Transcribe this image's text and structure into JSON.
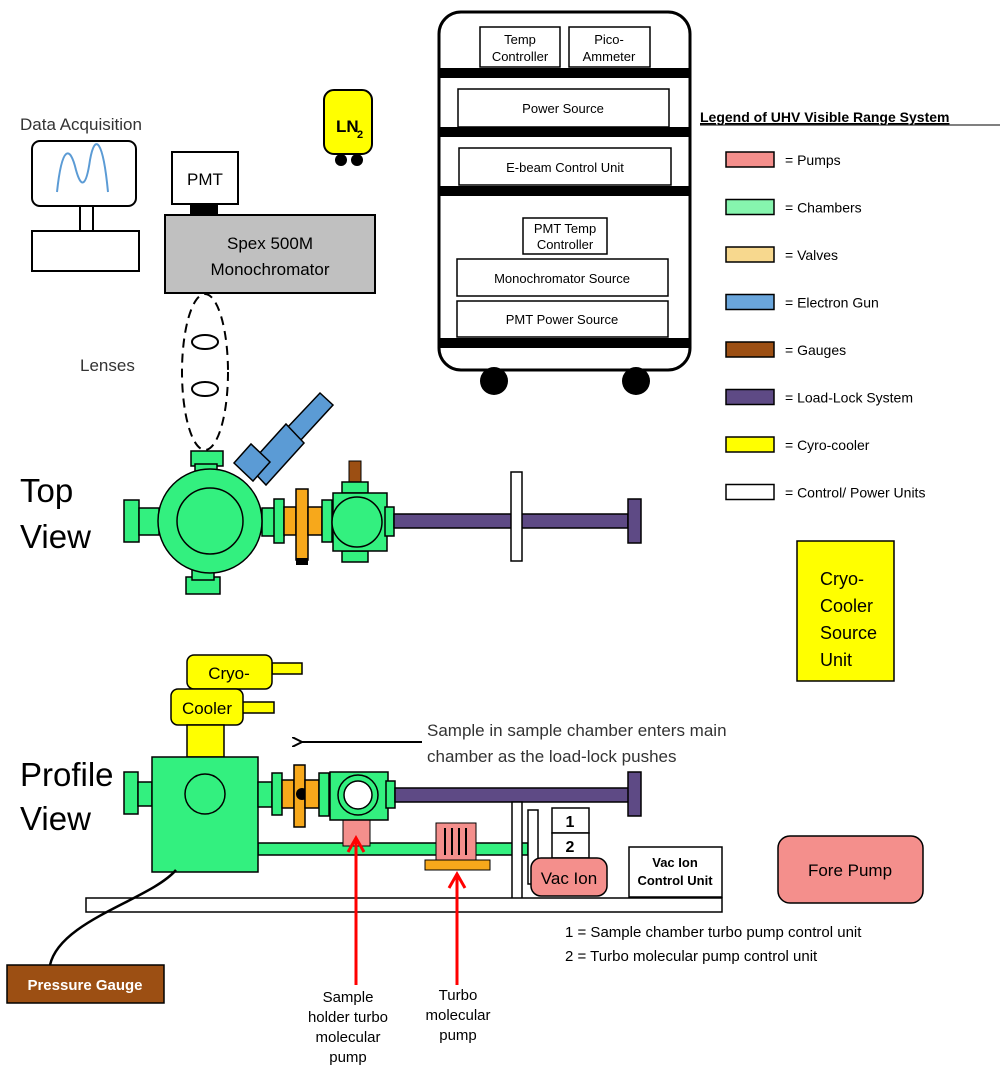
{
  "data_acquisition": {
    "label": "Data Acquisition"
  },
  "pmt": {
    "label": "PMT"
  },
  "monochromator": {
    "line1": "Spex 500M",
    "line2": "Monochromator"
  },
  "lenses": {
    "label": "Lenses"
  },
  "ln2": {
    "main": "LN",
    "sub": "2"
  },
  "rack": {
    "temp_controller": {
      "line1": "Temp",
      "line2": "Controller"
    },
    "pico_ammeter": {
      "line1": "Pico-",
      "line2": "Ammeter"
    },
    "power_source": "Power Source",
    "ebeam_control": "E-beam Control Unit",
    "pmt_temp_controller": {
      "line1": "PMT Temp",
      "line2": "Controller"
    },
    "monochromator_source": "Monochromator Source",
    "pmt_power_source": "PMT Power Source"
  },
  "legend": {
    "title": "Legend of UHV Visible Range System",
    "items": [
      {
        "label": "= Pumps",
        "color": "#f48f8c"
      },
      {
        "label": "= Chambers",
        "color": "#86f5ae"
      },
      {
        "label": "= Valves",
        "color": "#f7d88e"
      },
      {
        "label": "= Electron Gun",
        "color": "#6aa6dc"
      },
      {
        "label": "= Gauges",
        "color": "#9c4f13"
      },
      {
        "label": "= Load-Lock System",
        "color": "#5e4a85"
      },
      {
        "label": "= Cyro-cooler",
        "color": "#ffff00"
      },
      {
        "label": "= Control/ Power Units",
        "color": "#ffffff"
      }
    ]
  },
  "cryo_source": {
    "lines": [
      "Cryo-",
      "Cooler",
      "Source",
      "Unit"
    ]
  },
  "top_view": {
    "line1": "Top",
    "line2": "View"
  },
  "profile_view": {
    "line1": "Profile",
    "line2": "View"
  },
  "cryo_cooler": {
    "line1": "Cryo-",
    "line2": "Cooler"
  },
  "load_lock_note": {
    "line1": "Sample in sample chamber enters main",
    "line2": "chamber as the load-lock pushes"
  },
  "control_units": {
    "unit1": "1",
    "unit2": "2"
  },
  "vac_ion": {
    "label": "Vac Ion"
  },
  "vac_ion_control": {
    "line1": "Vac Ion",
    "line2": "Control Unit"
  },
  "fore_pump": {
    "label": "Fore Pump"
  },
  "notes": {
    "note1": "1 = Sample chamber turbo pump control unit",
    "note2": "2 = Turbo molecular pump control unit"
  },
  "pressure_gauge": {
    "label": "Pressure Gauge"
  },
  "sample_holder_pump": {
    "lines": [
      "Sample",
      "holder turbo",
      "molecular",
      "pump"
    ]
  },
  "turbo_pump": {
    "lines": [
      "Turbo",
      "molecular",
      "pump"
    ]
  },
  "colors": {
    "pump": "#f48f8c",
    "chamber": "#33f07f",
    "valve": "#f7a81b",
    "egun": "#5b9bd5",
    "gauge": "#9c4f13",
    "loadlock": "#5e4a85",
    "cryo": "#ffff00",
    "arrow_red": "#ff0000"
  }
}
